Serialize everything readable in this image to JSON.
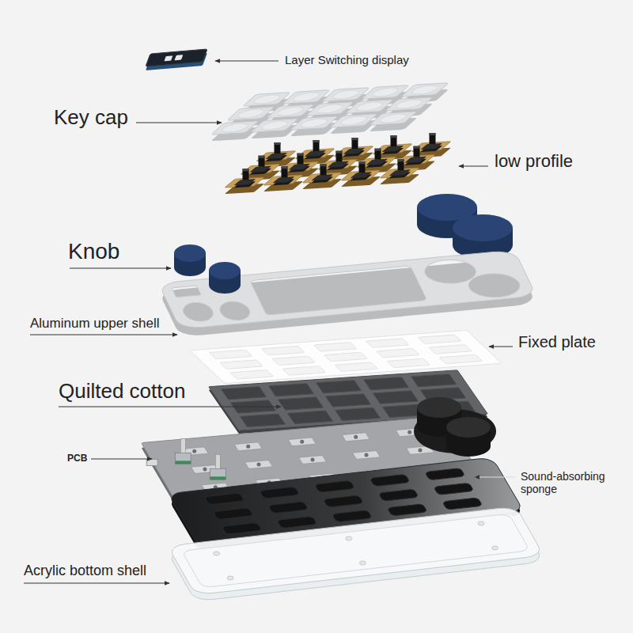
{
  "diagram": {
    "labels": [
      "Layer Switching display",
      "Key cap",
      "low profile",
      "Knob",
      "Aluminum upper shell",
      "Fixed plate",
      "Quilted cotton",
      "PCB",
      "Sound-absorbing sponge",
      "Acrylic bottom shell"
    ]
  }
}
